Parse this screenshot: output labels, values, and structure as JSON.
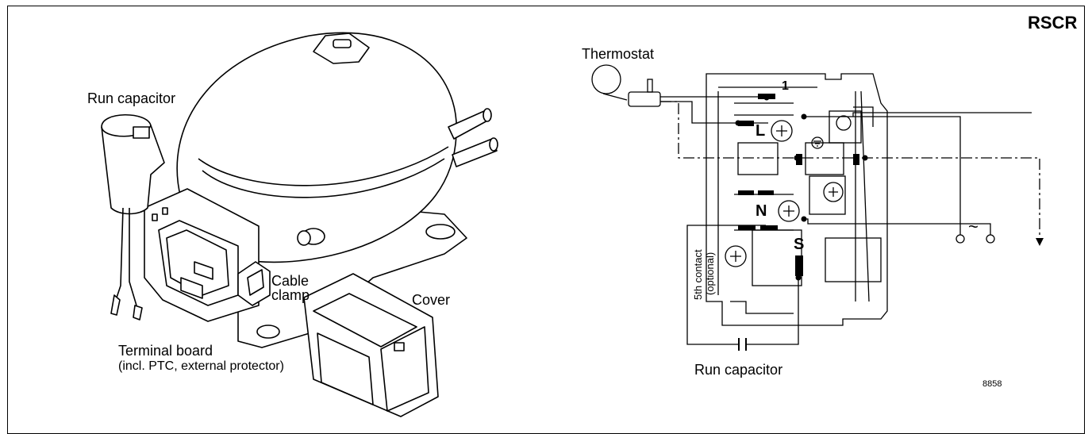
{
  "diagram_code": "RSCR",
  "left_illustration": {
    "run_capacitor": "Run capacitor",
    "cable_clamp_line1": "Cable",
    "cable_clamp_line2": "clamp",
    "cover": "Cover",
    "terminal_board": "Terminal board",
    "terminal_board_note": "(incl. PTC, external protector)"
  },
  "wiring": {
    "thermostat": "Thermostat",
    "terminal_1": "1",
    "terminal_L": "L",
    "terminal_N": "N",
    "terminal_S": "S",
    "fifth_contact_line1": "5th contact",
    "fifth_contact_line2": "(optional)",
    "run_capacitor": "Run capacitor",
    "ac_symbol": "~",
    "figure_number": "8858"
  }
}
